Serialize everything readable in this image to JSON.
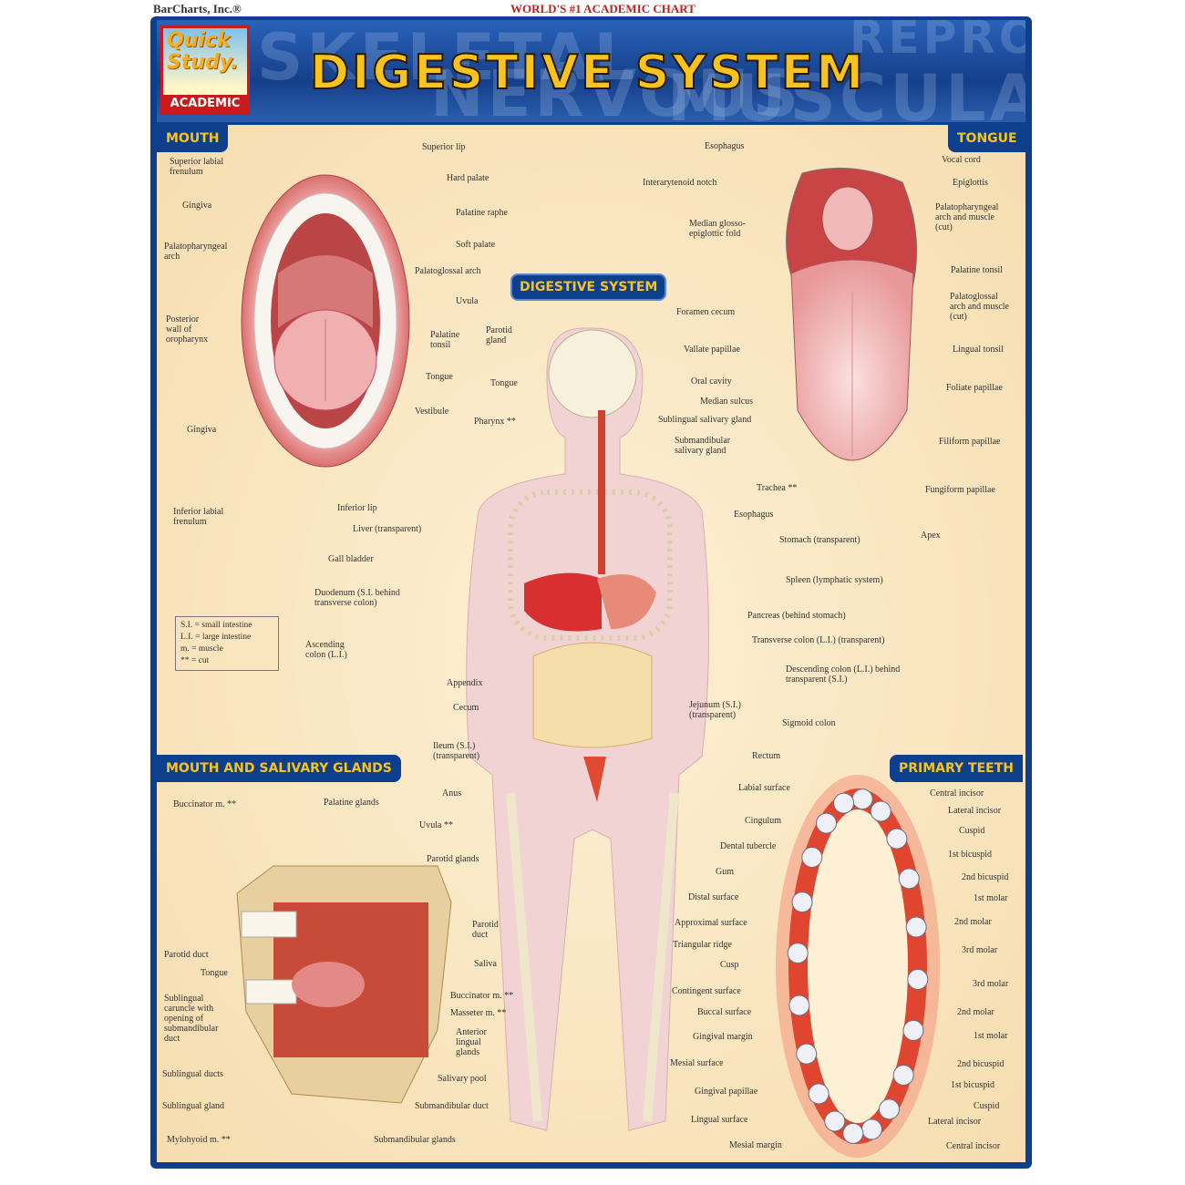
{
  "header": {
    "publisher": "BarCharts, Inc.®",
    "tagline": "WORLD'S #1 ACADEMIC CHART",
    "title": "DIGESTIVE SYSTEM",
    "logo": {
      "line1": "Quick",
      "line2": "Study.",
      "badge": "ACADEMIC"
    },
    "background_words": [
      "SKELETAL",
      "NERVOUS",
      "MUSCULAR",
      "REPRODUCTIVE"
    ]
  },
  "colors": {
    "frame": "#0e3f8c",
    "title": "#f7c31f",
    "panel": "#fbe8c4",
    "logo_red": "#c91b1b"
  },
  "sections": {
    "mouth": "MOUTH",
    "tongue": "TONGUE",
    "digestive": "DIGESTIVE SYSTEM",
    "salivary": "MOUTH AND SALIVARY GLANDS",
    "teeth": "PRIMARY TEETH"
  },
  "legend": [
    "S.I. = small intestine",
    "L.I. = large intestine",
    "m. = muscle",
    "** = cut"
  ],
  "mouth_labels": [
    "Superior labial\nfrenulum",
    "Gingiva",
    "Palatopharyngeal\narch",
    "Posterior\nwall of\noropharynx",
    "Gingiva",
    "Inferior labial\nfrenulum",
    "Superior lip",
    "Hard palate",
    "Palatine raphe",
    "Soft palate",
    "Palatoglossal arch",
    "Uvula",
    "Palatine\ntonsil",
    "Tongue",
    "Vestibule",
    "Inferior lip"
  ],
  "digestive_labels": [
    "Parotid\ngland",
    "Tongue",
    "Pharynx **",
    "Liver (transparent)",
    "Gall bladder",
    "Duodenum (S.I. behind\ntransverse colon)",
    "Ascending\ncolon (L.I.)",
    "Appendix",
    "Cecum",
    "Ileum (S.I.)\n(transparent)",
    "Anus",
    "Oral cavity",
    "Median sulcus",
    "Sublingual salivary gland",
    "Submandibular\nsalivary gland",
    "Trachea **",
    "Esophagus",
    "Stomach (transparent)",
    "Spleen (lymphatic system)",
    "Pancreas (behind stomach)",
    "Transverse colon (L.I.) (transparent)",
    "Descending colon (L.I.) behind\ntransparent (S.I.)",
    "Jejunum (S.I.)\n(transparent)",
    "Sigmoid colon",
    "Rectum"
  ],
  "tongue_labels": [
    "Esophagus",
    "Interarytenoid notch",
    "Median glosso-\nepiglottic fold",
    "Foramen cecum",
    "Vallate papillae",
    "Vocal cord",
    "Epiglottis",
    "Palatopharyngeal\narch and muscle\n(cut)",
    "Palatine tonsil",
    "Palatoglossal\narch and muscle\n(cut)",
    "Lingual tonsil",
    "Foliate papillae",
    "Filiform papillae",
    "Fungiform papillae",
    "Apex"
  ],
  "salivary_labels": [
    "Buccinator m. **",
    "Palatine glands",
    "Uvula **",
    "Parotid glands",
    "Parotid\nduct",
    "Saliva",
    "Parotid duct",
    "Tongue",
    "Sublingual\ncaruncle with\nopening of\nsubmandibular\nduct",
    "Buccinator m. **",
    "Masseter m. **",
    "Anterior\nlingual\nglands",
    "Sublingual ducts",
    "Salivary pool",
    "Sublingual gland",
    "Submandibular duct",
    "Mylohyoid m. **",
    "Submandibular glands"
  ],
  "teeth_labels": [
    "Labial surface",
    "Cingulum",
    "Dental tubercle",
    "Gum",
    "Distal surface",
    "Approximal surface",
    "Triangular ridge",
    "Cusp",
    "Contingent surface",
    "Buccal surface",
    "Gingival margin",
    "Mesial surface",
    "Gingival papillae",
    "Lingual surface",
    "Mesial margin",
    "Central incisor",
    "Lateral incisor",
    "Cuspid",
    "1st bicuspid",
    "2nd bicuspid",
    "1st molar",
    "2nd molar",
    "3rd molar",
    "3rd molar",
    "2nd molar",
    "1st molar",
    "2nd bicuspid",
    "1st bicuspid",
    "Cuspid",
    "Lateral incisor",
    "Central incisor"
  ]
}
